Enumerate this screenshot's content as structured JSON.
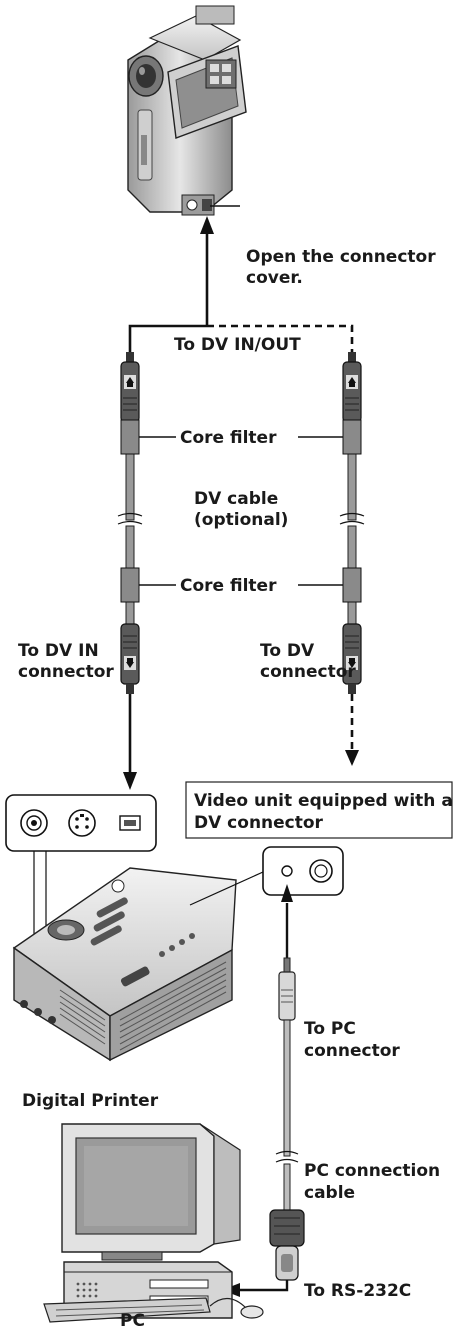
{
  "labels": {
    "open_cover_1": "Open the connector",
    "open_cover_2": "cover.",
    "to_dv_inout": "To DV IN/OUT",
    "core_filter_top": "Core filter",
    "dv_cable_1": "DV cable",
    "dv_cable_2": "(optional)",
    "core_filter_bottom": "Core filter",
    "to_dv_in_1": "To DV IN",
    "to_dv_in_2": "connector",
    "to_dv_1": "To DV",
    "to_dv_2": "connector",
    "video_unit_1": "Video unit equipped with a",
    "video_unit_2": "DV connector",
    "to_pc_1": "To PC",
    "to_pc_2": "connector",
    "digital_printer": "Digital Printer",
    "pc_cable_1": "PC connection",
    "pc_cable_2": "cable",
    "to_rs232c": "To RS-232C",
    "pc": "PC"
  },
  "colors": {
    "line": "#111111",
    "device_light": "#d8d8d8",
    "device_mid": "#a8a8a8",
    "device_dark": "#555555",
    "core_filter": "#8a8a8a"
  }
}
